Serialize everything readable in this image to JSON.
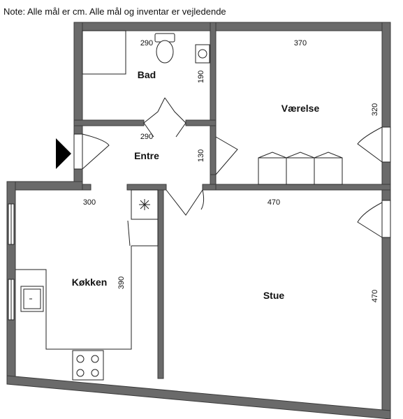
{
  "note": "Note: Alle mål er cm. Alle mål og inventar er vejledende",
  "rooms": {
    "bad": "Bad",
    "vaerelse": "Værelse",
    "entre": "Entre",
    "kokken": "Køkken",
    "stue": "Stue"
  },
  "dimensions": {
    "bad_width": "290",
    "bad_depth": "190",
    "vaerelse_width": "370",
    "vaerelse_depth": "320",
    "entre_width": "290",
    "entre_depth": "130",
    "kokken_width": "300",
    "kokken_depth": "390",
    "stue_width": "470",
    "stue_depth": "470"
  },
  "colors": {
    "wall": "#6a6a6a",
    "arrow": "#000000"
  },
  "icons": [
    "entrance-arrow-icon",
    "toilet-icon",
    "sink-icon",
    "stove-icon",
    "fan-icon"
  ]
}
